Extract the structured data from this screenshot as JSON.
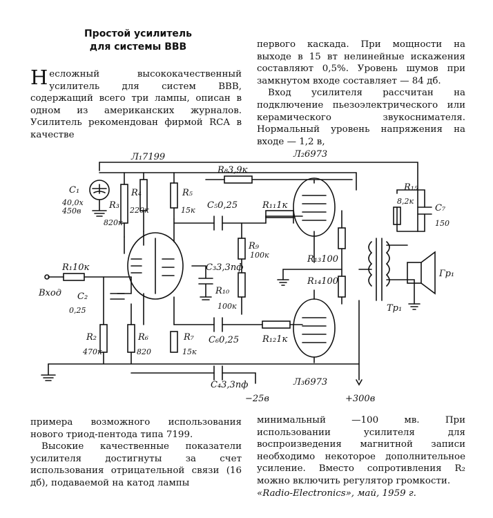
{
  "title": {
    "line1": "Простой усилитель",
    "line2": "для системы ВВВ"
  },
  "col1": {
    "dropcap": "Н",
    "p1": "есложный высококачественный усилитель для систем ВВВ, содержащий всего три лампы, описан в одном из американских журналов. Усилитель рекомендован фирмой RCA в качестве"
  },
  "col2": {
    "p1": "первого каскада. При мощности на выходе в 15 вт нелинейные искажения составляют 0,5%. Уровень шумов при замкнутом входе составляет — 84 дб.",
    "p2": "Вход усилителя рассчитан на подключение пьезоэлектрического или керамического звукоснимателя. Нормальный уровень напряжения на входе — 1,2 в,"
  },
  "col3": {
    "p1": "примера возможного использования нового триод-пентода типа 7199.",
    "p2": "Высокие качественные показатели усилителя достигнуты за счет использования отрицательной связи (16 дб), подаваемой на катод лампы"
  },
  "col4": {
    "p1": "минимальный —100 мв. При использовании усилителя для воспроизведения магнитной записи необходимо некоторое дополнительное усиление. Вместо сопротивления R₂ можно включить регулятор громкости.",
    "source": "«Radio-Electronics», май, 1959 г."
  },
  "schematic": {
    "tube_l1": "Л₁7199",
    "tube_l2": "Л₂6973",
    "tube_l3": "Л₃6973",
    "c1": "C₁",
    "c1_value1": "40,0х",
    "c1_value2": "450в",
    "r3": "R₃",
    "r3_value": "820к",
    "r4": "R₄",
    "r4_value": "220к",
    "r5": "R₅",
    "r5_value": "15к",
    "c5": "C₅0,25",
    "r8": "R₈3,9к",
    "r11": "R₁₁1к",
    "r15": "R₁₅",
    "r15_value": "8,2к",
    "c7": "C₇",
    "c7_value": "150",
    "r9": "R₉",
    "r9_value": "100к",
    "c3": "C₃3,3пф",
    "r13": "R₁₃100",
    "r14": "R₁₄100",
    "speaker": "Гр₁",
    "transformer": "Tp₁",
    "r1": "R₁10к",
    "input": "Вход",
    "c2": "C₂",
    "c2_value": "0,25",
    "r10": "R₁₀",
    "r10_value": "100к",
    "r2": "R₂",
    "r2_value": "470к",
    "r6": "R₆",
    "r6_value": "820",
    "r7": "R₇",
    "r7_value": "15к",
    "c6": "C₆0,25",
    "r12": "R₁₂1к",
    "c4": "C₄3,3пф",
    "v_neg": "−25в",
    "v_pos": "+300в"
  }
}
